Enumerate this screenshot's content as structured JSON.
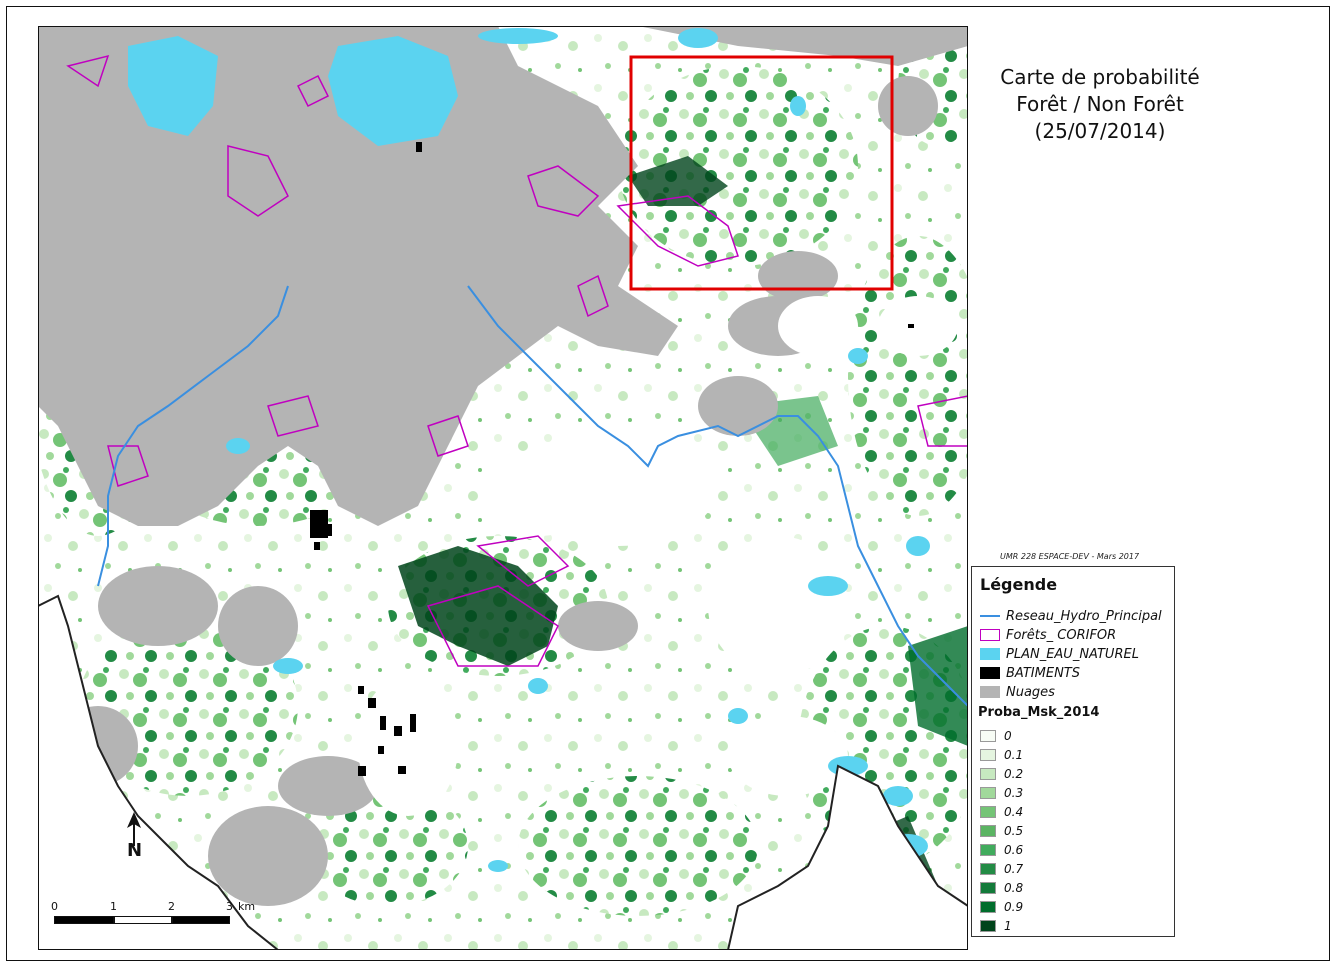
{
  "title": {
    "line1": "Carte de probabilité",
    "line2": "Forêt / Non Forêt",
    "line3": "(25/07/2014)"
  },
  "credit": "UMR 228 ESPACE-DEV - Mars 2017",
  "legend": {
    "heading": "Légende",
    "items": [
      {
        "label": "Reseau_Hydro_Principal",
        "symbol": "line",
        "color": "#3a8fe0"
      },
      {
        "label": "Forêts_ CORIFOR",
        "symbol": "outline",
        "color": "#c000c0"
      },
      {
        "label": "PLAN_EAU_NATUREL",
        "symbol": "fill",
        "color": "#5bd3f0"
      },
      {
        "label": "BATIMENTS",
        "symbol": "fill",
        "color": "#000000"
      },
      {
        "label": "Nuages",
        "symbol": "fill",
        "color": "#b4b4b4"
      }
    ],
    "ramp_title": "Proba_Msk_2014",
    "ramp": [
      {
        "label": "0",
        "color": "#f7fcf5"
      },
      {
        "label": "0.1",
        "color": "#e5f5e0"
      },
      {
        "label": "0.2",
        "color": "#c7e9c0"
      },
      {
        "label": "0.3",
        "color": "#a1d99b"
      },
      {
        "label": "0.4",
        "color": "#74c476"
      },
      {
        "label": "0.5",
        "color": "#5bb463"
      },
      {
        "label": "0.6",
        "color": "#41ab5d"
      },
      {
        "label": "0.7",
        "color": "#238b45"
      },
      {
        "label": "0.8",
        "color": "#137a3a"
      },
      {
        "label": "0.9",
        "color": "#006d2c"
      },
      {
        "label": "1",
        "color": "#00441b"
      }
    ]
  },
  "scalebar": {
    "ticks": [
      "0",
      "1",
      "2",
      "3"
    ],
    "unit": "km"
  },
  "north_label": "N",
  "colors": {
    "highlight_box": "#e00000",
    "cloud": "#b4b4b4",
    "water": "#5bd3f0",
    "river": "#3a8fe0",
    "forest_outline": "#c000c0"
  }
}
